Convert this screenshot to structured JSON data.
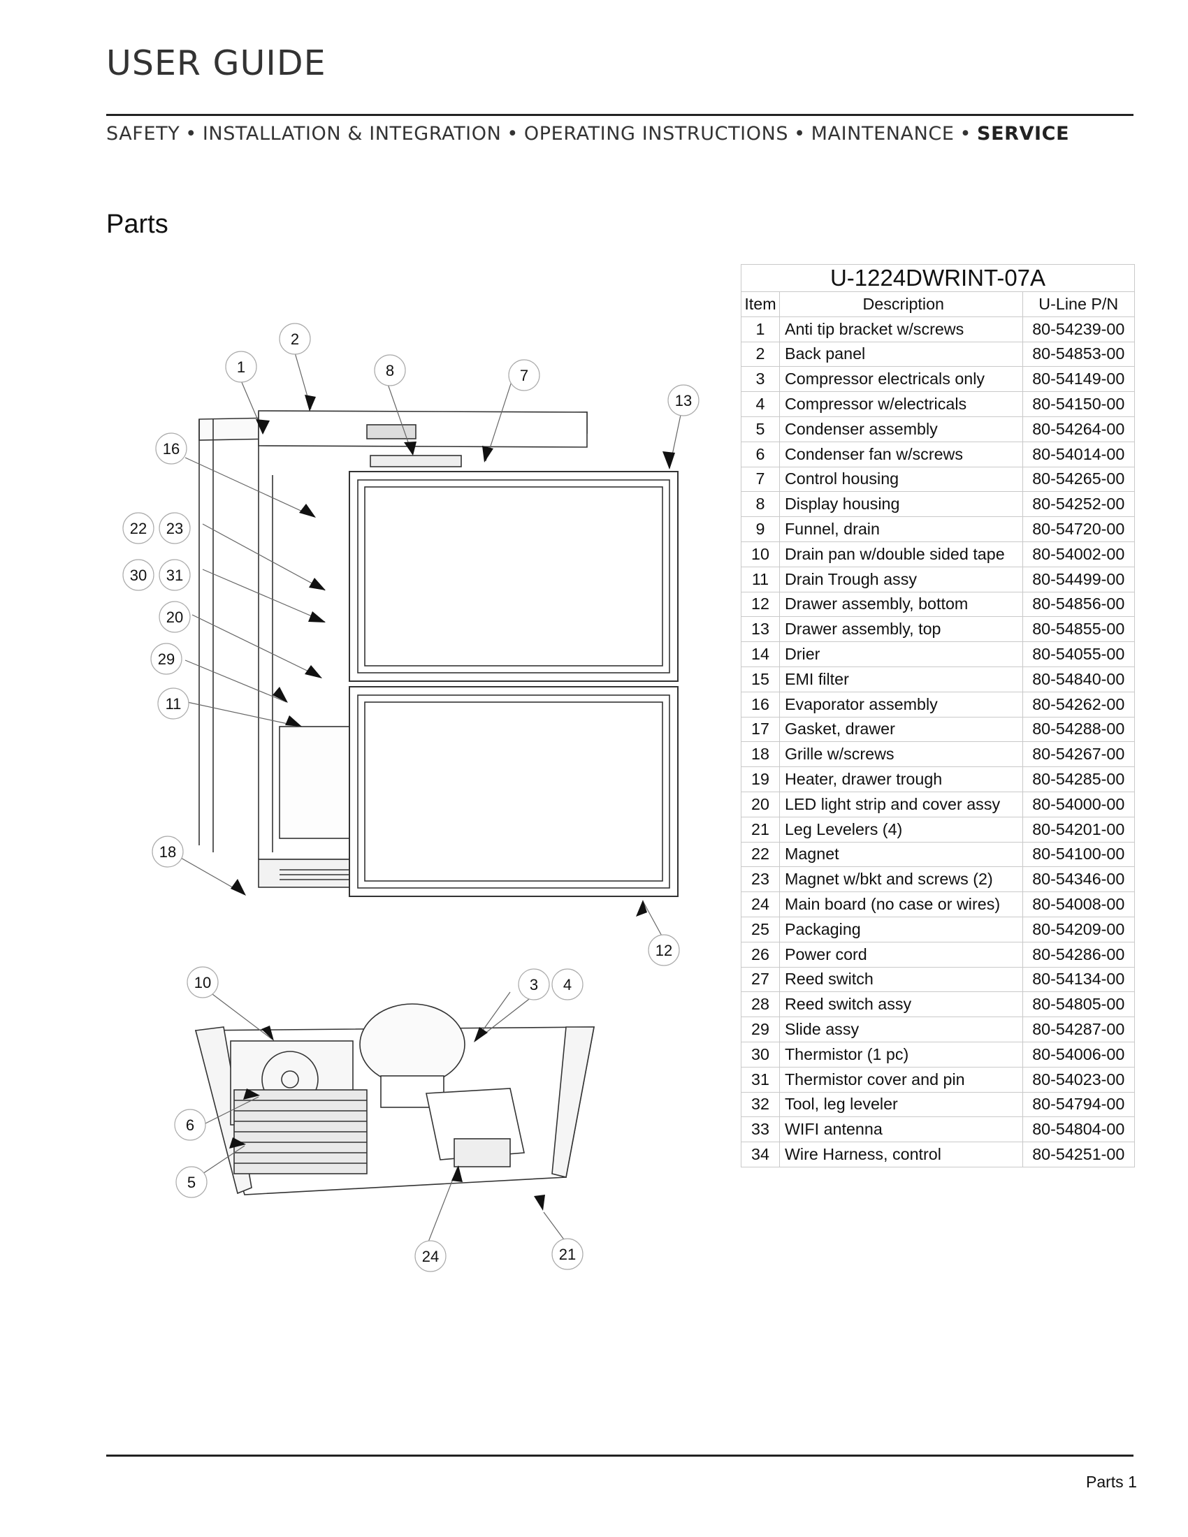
{
  "header": {
    "title": "USER GUIDE",
    "nav": [
      "SAFETY",
      "INSTALLATION & INTEGRATION",
      "OPERATING INSTRUCTIONS",
      "MAINTENANCE",
      "SERVICE"
    ],
    "separator": "•",
    "active_item": "SERVICE"
  },
  "section_title": "Parts",
  "table": {
    "model": "U-1224DWRINT-07A",
    "headers": {
      "item": "Item",
      "description": "Description",
      "part_number": "U-Line P/N"
    },
    "rows": [
      {
        "item": "1",
        "desc": "Anti tip bracket w/screws",
        "pn": "80-54239-00"
      },
      {
        "item": "2",
        "desc": "Back panel",
        "pn": "80-54853-00"
      },
      {
        "item": "3",
        "desc": "Compressor electricals only",
        "pn": "80-54149-00"
      },
      {
        "item": "4",
        "desc": "Compressor w/electricals",
        "pn": "80-54150-00"
      },
      {
        "item": "5",
        "desc": "Condenser assembly",
        "pn": "80-54264-00"
      },
      {
        "item": "6",
        "desc": "Condenser fan w/screws",
        "pn": "80-54014-00"
      },
      {
        "item": "7",
        "desc": "Control housing",
        "pn": "80-54265-00"
      },
      {
        "item": "8",
        "desc": "Display housing",
        "pn": "80-54252-00"
      },
      {
        "item": "9",
        "desc": "Funnel, drain",
        "pn": "80-54720-00"
      },
      {
        "item": "10",
        "desc": "Drain pan w/double sided tape",
        "pn": "80-54002-00"
      },
      {
        "item": "11",
        "desc": "Drain Trough assy",
        "pn": "80-54499-00"
      },
      {
        "item": "12",
        "desc": "Drawer assembly, bottom",
        "pn": "80-54856-00"
      },
      {
        "item": "13",
        "desc": "Drawer assembly, top",
        "pn": "80-54855-00"
      },
      {
        "item": "14",
        "desc": "Drier",
        "pn": "80-54055-00"
      },
      {
        "item": "15",
        "desc": "EMI filter",
        "pn": "80-54840-00"
      },
      {
        "item": "16",
        "desc": "Evaporator assembly",
        "pn": "80-54262-00"
      },
      {
        "item": "17",
        "desc": "Gasket, drawer",
        "pn": "80-54288-00"
      },
      {
        "item": "18",
        "desc": "Grille w/screws",
        "pn": "80-54267-00"
      },
      {
        "item": "19",
        "desc": "Heater, drawer trough",
        "pn": "80-54285-00"
      },
      {
        "item": "20",
        "desc": "LED light strip and cover assy",
        "pn": "80-54000-00"
      },
      {
        "item": "21",
        "desc": "Leg Levelers (4)",
        "pn": "80-54201-00"
      },
      {
        "item": "22",
        "desc": "Magnet",
        "pn": "80-54100-00"
      },
      {
        "item": "23",
        "desc": "Magnet w/bkt and screws (2)",
        "pn": "80-54346-00"
      },
      {
        "item": "24",
        "desc": "Main board (no case or wires)",
        "pn": "80-54008-00"
      },
      {
        "item": "25",
        "desc": "Packaging",
        "pn": "80-54209-00"
      },
      {
        "item": "26",
        "desc": "Power cord",
        "pn": "80-54286-00"
      },
      {
        "item": "27",
        "desc": "Reed switch",
        "pn": "80-54134-00"
      },
      {
        "item": "28",
        "desc": "Reed switch assy",
        "pn": "80-54805-00"
      },
      {
        "item": "29",
        "desc": "Slide assy",
        "pn": "80-54287-00"
      },
      {
        "item": "30",
        "desc": "Thermistor (1 pc)",
        "pn": "80-54006-00"
      },
      {
        "item": "31",
        "desc": "Thermistor cover and pin",
        "pn": "80-54023-00"
      },
      {
        "item": "32",
        "desc": "Tool, leg leveler",
        "pn": "80-54794-00"
      },
      {
        "item": "33",
        "desc": "WIFI antenna",
        "pn": "80-54804-00"
      },
      {
        "item": "34",
        "desc": "Wire Harness, control",
        "pn": "80-54251-00"
      }
    ]
  },
  "diagram": {
    "callouts": [
      "1",
      "2",
      "7",
      "8",
      "13",
      "16",
      "22",
      "23",
      "30",
      "31",
      "20",
      "29",
      "11",
      "18",
      "12",
      "10",
      "3",
      "4",
      "6",
      "5",
      "24",
      "21"
    ]
  },
  "footer": {
    "page_label": "Parts 1"
  }
}
